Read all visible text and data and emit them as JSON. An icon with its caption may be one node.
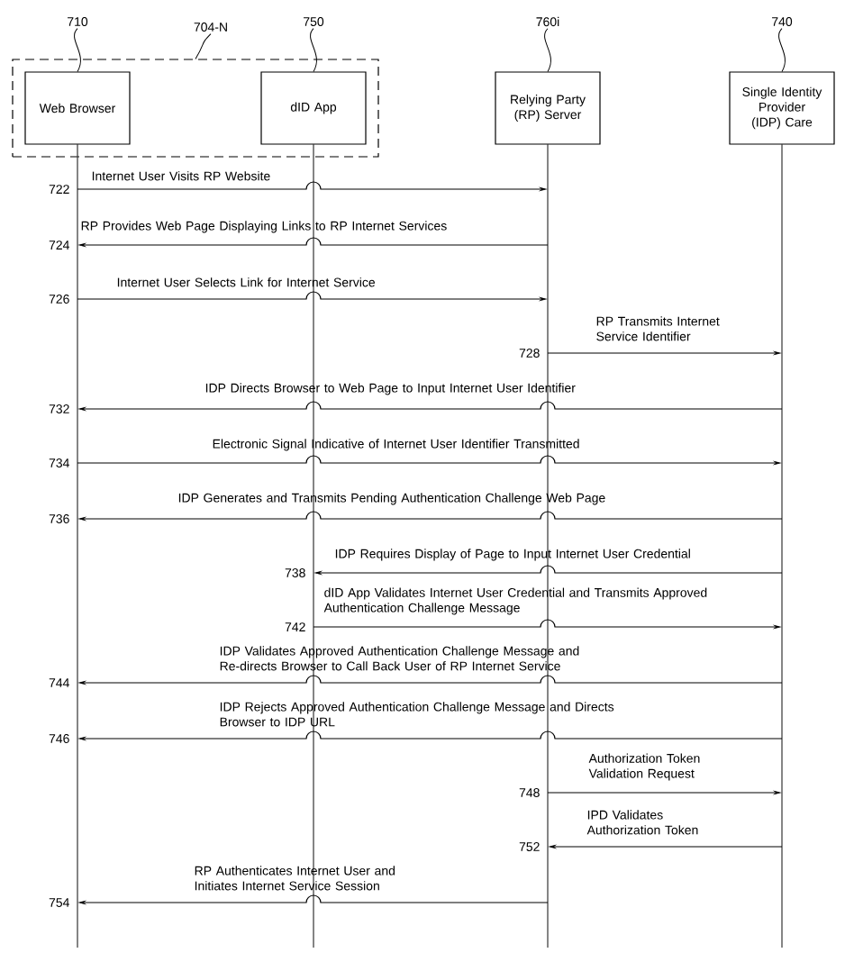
{
  "diagram": {
    "nodes": [
      {
        "text": [],
        "shape": "box"
      },
      {
        "text": [
          "Web Browser"
        ],
        "in": 0
      },
      {
        "text": [
          "dID App"
        ],
        "in": 0
      },
      {
        "text": [
          "Relying Party (RP) Server"
        ]
      },
      {
        "text": [
          "Single Identity Provider (IDP) Care"
        ]
      },
      {
        "text": [
          "710"
        ]
      },
      {
        "text": [
          "704-N"
        ]
      },
      {
        "text": [
          "750"
        ]
      },
      {
        "text": [
          "760i"
        ]
      },
      {
        "text": [
          "740"
        ]
      },
      {
        "text": [],
        "shape": "bar"
      },
      {
        "text": [],
        "shape": "bar"
      },
      {
        "text": [],
        "shape": "bar"
      },
      {
        "text": [],
        "shape": "bar"
      }
    ],
    "edges": [
      {
        "from": 10,
        "to": 12,
        "arrow": "to",
        "label": "Internet User Visits RP Website"
      },
      {
        "from": 12,
        "to": 10,
        "arrow": "to",
        "label": "RP Provides Web Page Displaying Links to RP Internet Services"
      },
      {
        "from": 10,
        "to": 12,
        "arrow": "to",
        "label": "Internet User Selects Link for Internet Service"
      },
      {
        "from": 12,
        "to": 13,
        "arrow": "to",
        "label": "RP Transmits Internet Service Identifier"
      },
      {
        "from": 13,
        "to": 10,
        "arrow": "to",
        "label": "IDP Directs Browser to Web Page to Input Internet User Identifier"
      },
      {
        "from": 10,
        "to": 13,
        "arrow": "to",
        "label": "Electronic Signal Indicative of Internet User Identifier Transmitted"
      },
      {
        "from": 13,
        "to": 10,
        "arrow": "to",
        "label": "IDP Generates and Transmits Pending Authentication Challenge Web Page"
      },
      {
        "from": 13,
        "to": 11,
        "arrow": "to",
        "label": "IDP Requires Display of Page to Input Internet User Credential"
      },
      {
        "from": 11,
        "to": 13,
        "arrow": "to",
        "label": "dID App Validates Internet User Credential and Transmits Approved Authentication Challenge Message"
      },
      {
        "from": 13,
        "to": 10,
        "arrow": "to",
        "label": "IDP Validates Approved Authentication Challenge Message and Re-directs Browser to Call Back User of RP Internet Service"
      },
      {
        "from": 13,
        "to": 10,
        "arrow": "to",
        "label": "IDP Rejects Approved Authentication Challenge Message and Directs Browser to IDP URL"
      },
      {
        "from": 12,
        "to": 13,
        "arrow": "to",
        "label": "Authorization Token Validation Request"
      },
      {
        "from": 13,
        "to": 12,
        "arrow": "to",
        "label": "IPD Validates Authorization Token"
      },
      {
        "from": 12,
        "to": 10,
        "arrow": "to",
        "label": "RP Authenticates Internet User and Initiates Internet Service Session"
      },
      {
        "from": 5,
        "to": 1,
        "arrow": "none"
      },
      {
        "from": 6,
        "to": 0,
        "arrow": "none"
      },
      {
        "from": 7,
        "to": 2,
        "arrow": "none"
      },
      {
        "from": 8,
        "to": 3,
        "arrow": "none"
      },
      {
        "from": 9,
        "to": 4,
        "arrow": "none"
      }
    ],
    "labels": [
      "722",
      "724",
      "726",
      "728",
      "732",
      "734",
      "736",
      "738",
      "742",
      "744",
      "746",
      "748",
      "752",
      "754"
    ]
  }
}
